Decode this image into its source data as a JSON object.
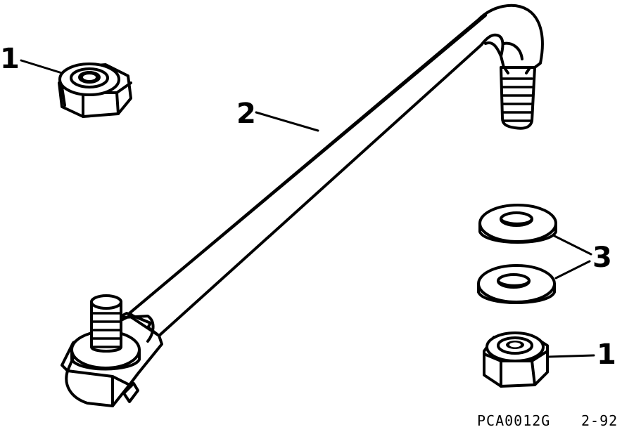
{
  "diagram": {
    "callouts": [
      {
        "id": "callout-1-top",
        "label": "1"
      },
      {
        "id": "callout-2",
        "label": "2"
      },
      {
        "id": "callout-3",
        "label": "3"
      },
      {
        "id": "callout-1-bottom",
        "label": "1"
      }
    ],
    "parts": [
      {
        "callout": "1",
        "name": "nut-icon"
      },
      {
        "callout": "2",
        "name": "link-rod-icon"
      },
      {
        "callout": "3",
        "name": "washer-icon"
      }
    ],
    "footer": {
      "code": "PCA0012G",
      "date": "2-92"
    }
  }
}
